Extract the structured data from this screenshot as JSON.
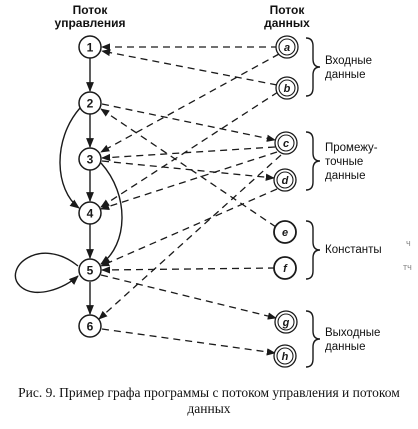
{
  "headers": {
    "control_flow": [
      "Поток",
      "управления"
    ],
    "data_flow": [
      "Поток",
      "данных"
    ]
  },
  "control_nodes": [
    "1",
    "2",
    "3",
    "4",
    "5",
    "6"
  ],
  "data_nodes": [
    "a",
    "b",
    "c",
    "d",
    "e",
    "f",
    "g",
    "h"
  ],
  "groups": [
    {
      "lines": [
        "Входные",
        "данные"
      ]
    },
    {
      "lines": [
        "Промежу-",
        "точные",
        "данные"
      ]
    },
    {
      "lines": [
        "Константы"
      ]
    },
    {
      "lines": [
        "Выходные",
        "данные"
      ]
    }
  ],
  "caption": "Рис. 9. Пример графа программы с потоком управления и потоком данных",
  "margin_marks": [
    "ч",
    "тч"
  ],
  "colors": {
    "ink": "#1a1a1a",
    "paper": "#ffffff"
  }
}
